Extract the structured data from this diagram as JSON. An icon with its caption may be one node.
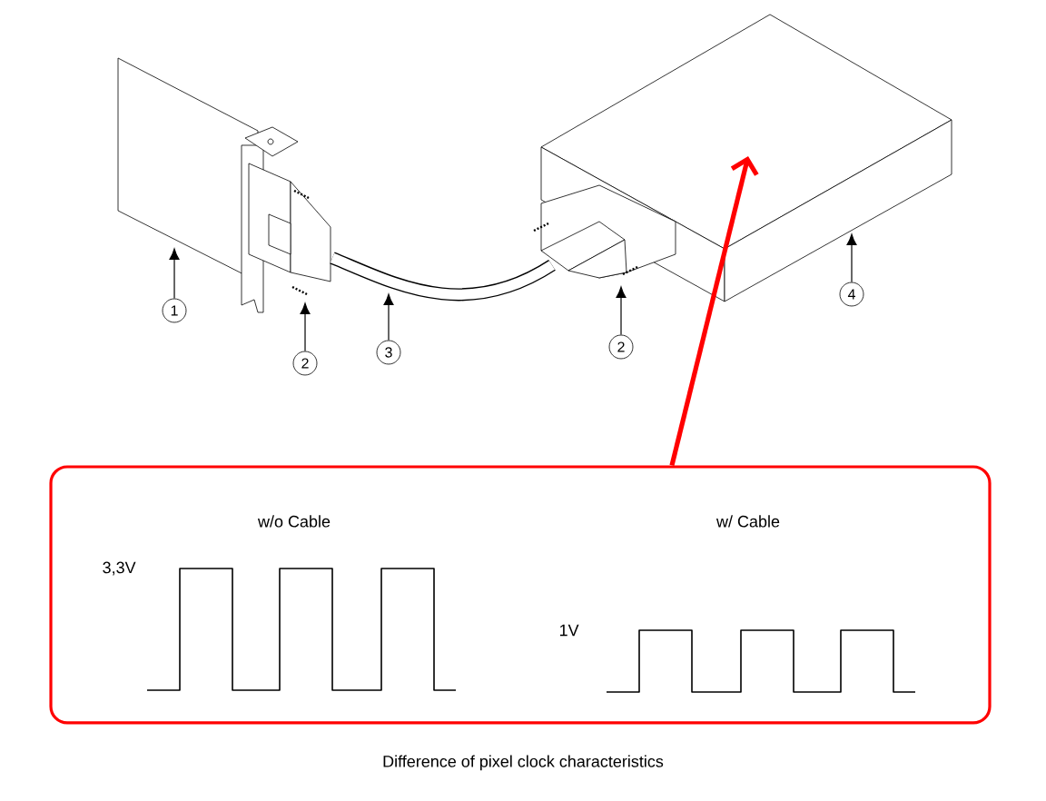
{
  "diagram": {
    "caption": "Difference of pixel clock characteristics",
    "nodes": [
      {
        "text": [
          "1"
        ]
      },
      {
        "text": [
          "2"
        ]
      },
      {
        "text": [
          "3"
        ]
      },
      {
        "text": [
          "2"
        ]
      },
      {
        "text": [
          "4"
        ]
      },
      {
        "text": [
          "w/o Cable",
          "w/ Cable"
        ]
      }
    ],
    "edges": [
      {
        "from": 0,
        "to": null,
        "arrow": "to"
      },
      {
        "from": 1,
        "to": null,
        "arrow": "to"
      },
      {
        "from": 2,
        "to": null,
        "arrow": "to"
      },
      {
        "from": 3,
        "to": null,
        "arrow": "to"
      },
      {
        "from": 4,
        "to": null,
        "arrow": "to"
      },
      {
        "from": 5,
        "to": null,
        "arrow": "to",
        "style": "thick",
        "color": "#ff0000"
      }
    ],
    "labels": [
      "3,3V",
      "1V"
    ]
  }
}
